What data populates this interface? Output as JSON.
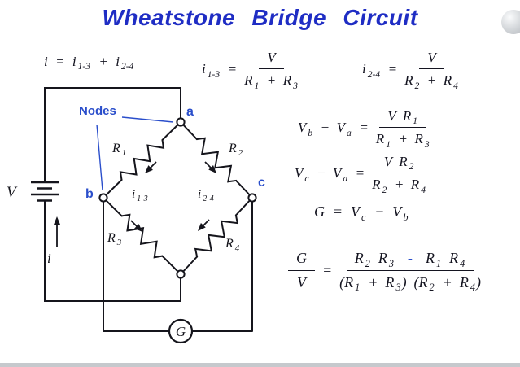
{
  "title": "Wheatstone Bridge Circuit",
  "diagram": {
    "battery_label": "V",
    "battery_current_label": "i",
    "nodes_callout": "Nodes",
    "node_a": "a",
    "node_b": "b",
    "node_c": "c",
    "resistor_r1": "R_{1}",
    "resistor_r2": "R_{2}",
    "resistor_r3": "R_{3}",
    "resistor_r4": "R_{4}",
    "branch_current_13": "i_{1-3}",
    "branch_current_24": "i_{2-4}",
    "galvanometer_label": "G"
  },
  "equations": {
    "current_sum": "i = i_{1-3} + i_{2-4}",
    "i13": {
      "lhs": "i_{1-3} =",
      "num": "V",
      "den": "R_{1} + R_{3}"
    },
    "i24": {
      "lhs": "i_{2-4} =",
      "num": "V",
      "den": "R_{2} + R_{4}"
    },
    "vb_va": {
      "lhs": "V_{b} − V_{a} =",
      "num": "V R_{1}",
      "den": "R_{1} + R_{3}"
    },
    "vc_va": {
      "lhs": "V_{c} − V_{a} =",
      "num": "V R_{2}",
      "den": "R_{2} + R_{4}"
    },
    "g": "G = V_{c} − V_{b}",
    "gv": {
      "lhs_num": "G",
      "lhs_den": "V",
      "equals": "=",
      "num_left": "R_{2} R_{3}",
      "num_minus": "-",
      "num_right": "R_{1} R_{4}",
      "den": "(R_{1} + R_{3}) (R_{2} + R_{4})"
    }
  },
  "colors": {
    "title_blue": "#1f2dc4",
    "label_blue": "#2a4ecb",
    "ink": "#15151c"
  }
}
